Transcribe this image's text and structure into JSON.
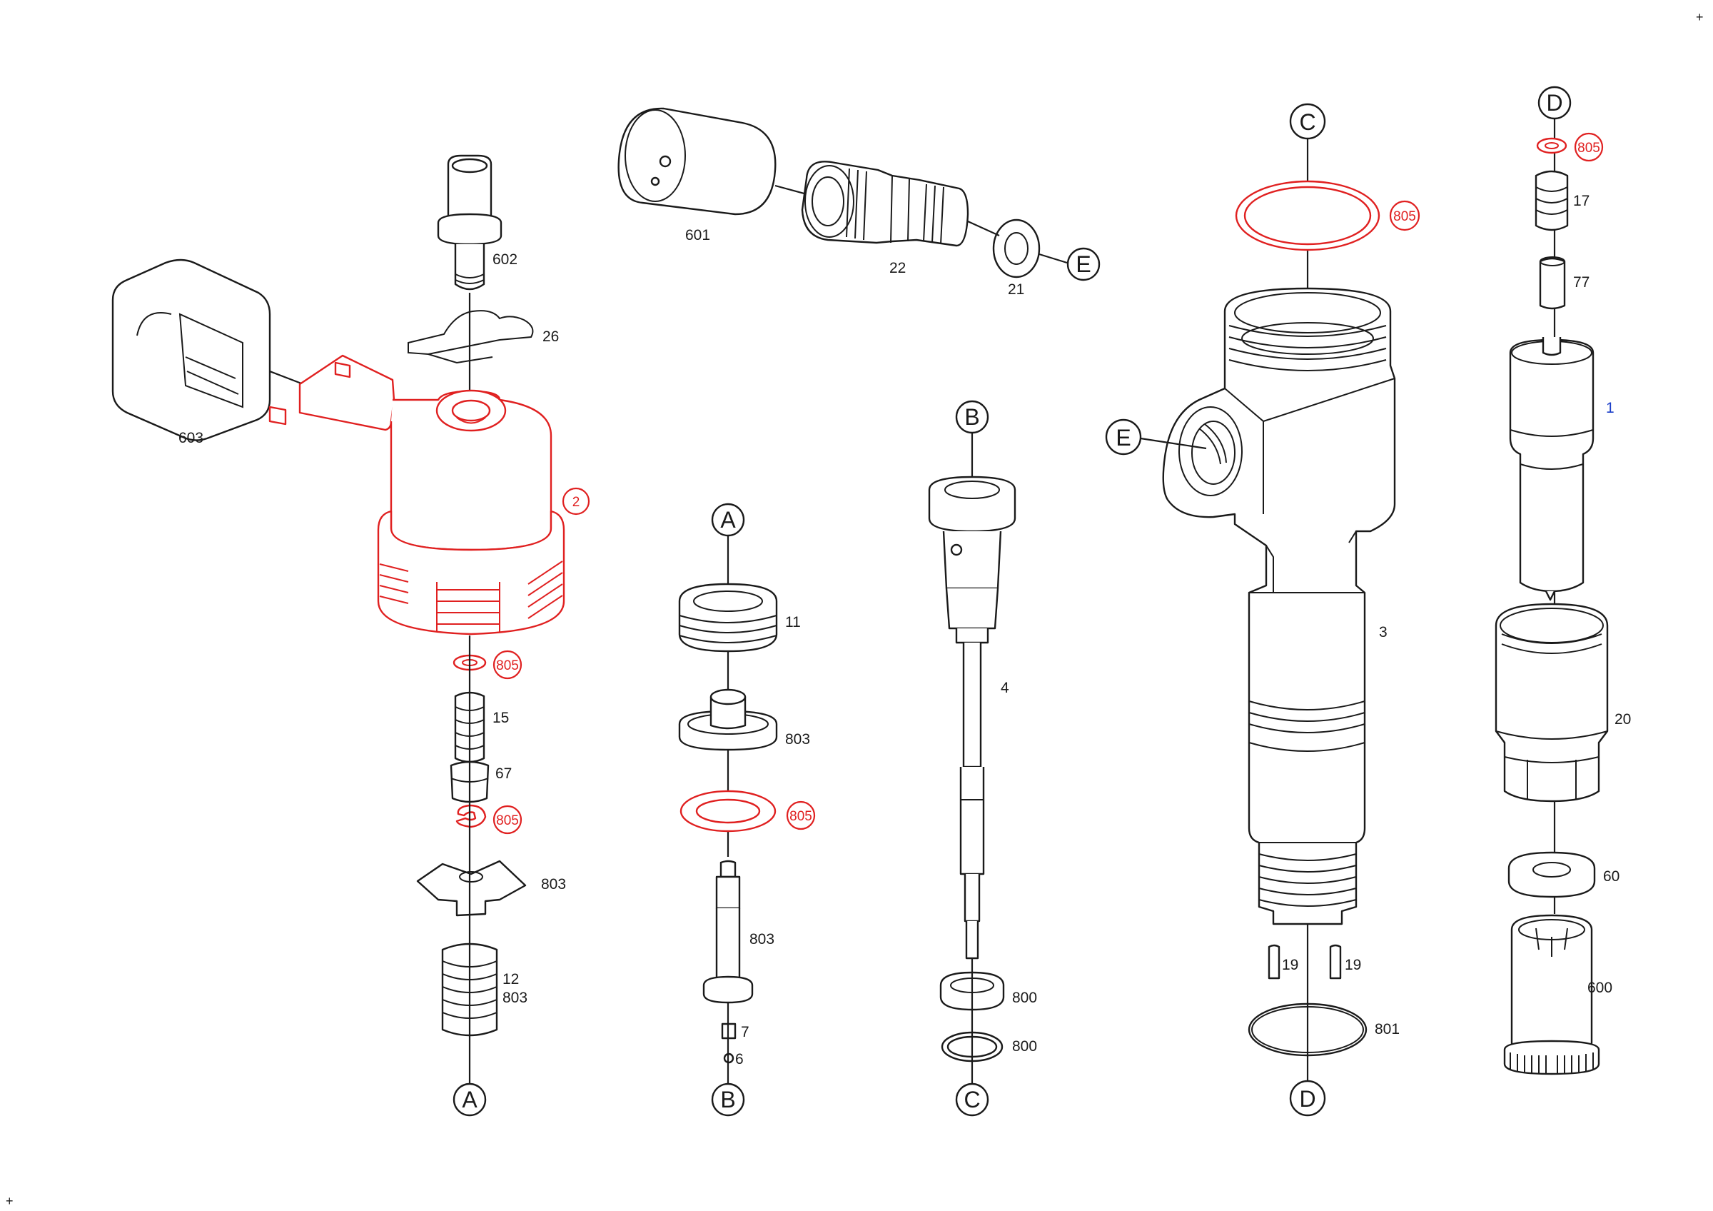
{
  "labels": {
    "l603": "603",
    "l602": "602",
    "l26": "26",
    "l601": "601",
    "l22": "22",
    "l21": "21",
    "l15": "15",
    "l67": "67",
    "l803a": "803",
    "l12": "12",
    "l803b": "803",
    "l11": "11",
    "l803c": "803",
    "l803d": "803",
    "l7": "7",
    "l6": "6",
    "l4": "4",
    "l800a": "800",
    "l800b": "800",
    "l3": "3",
    "l19a": "19",
    "l19b": "19",
    "l801": "801",
    "l17": "17",
    "l77": "77",
    "l20": "20",
    "l60": "60",
    "l600": "600"
  },
  "highlight_labels": {
    "l2": "2",
    "l805_top_left": "805",
    "l805_mid_left": "805",
    "l805_col2": "805",
    "l805_body": "805",
    "l805_nozzle": "805"
  },
  "blue_labels": {
    "l1": "1"
  },
  "connectors": {
    "A": "A",
    "B": "B",
    "C": "C",
    "D": "D",
    "E": "E"
  },
  "corner_marks": {
    "top_right": "+",
    "bottom_left": "+"
  },
  "colors": {
    "line": "#1a1a1a",
    "highlight": "#e02020",
    "assembly": "#1a3ec8",
    "background": "#ffffff"
  }
}
